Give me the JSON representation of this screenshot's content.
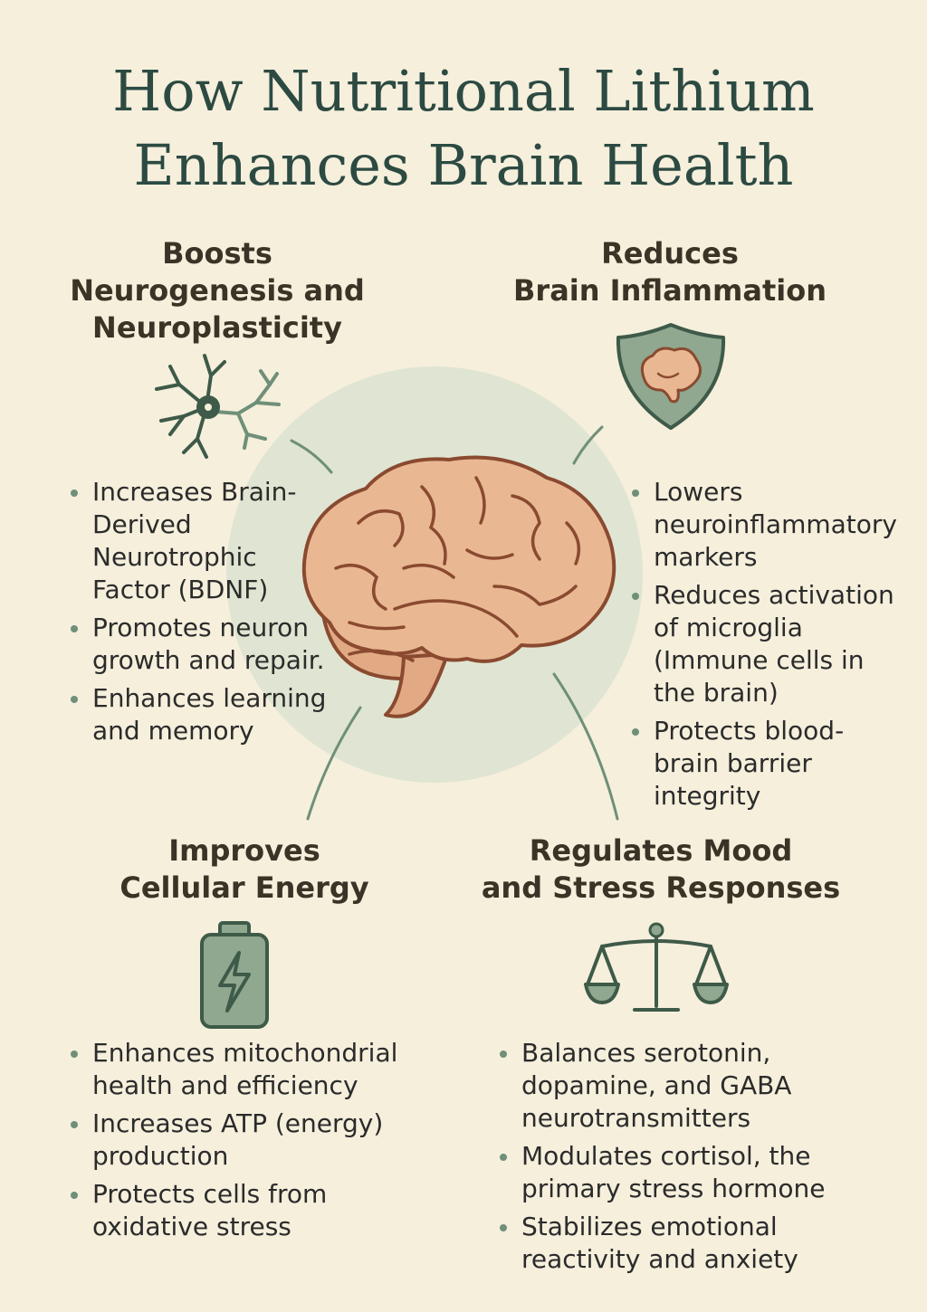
{
  "title": {
    "line1": "How Nutritional Lithium",
    "line2": "Enhances Brain Health"
  },
  "colors": {
    "background": "#f5efdc",
    "title": "#2c4a42",
    "accent_green": "#6f8f78",
    "dark_green": "#3e5a48",
    "brain_fill": "#e9b893",
    "brain_stroke": "#8a4a30"
  },
  "sections": {
    "neurogenesis": {
      "heading_lines": [
        "Boosts",
        "Neurogenesis and",
        "Neuroplasticity"
      ],
      "icon": "neuron-icon",
      "bullets": [
        "Increases Brain-Derived Neurotrophic Factor (BDNF)",
        "Promotes neuron growth and repair.",
        "Enhances learning and memory"
      ]
    },
    "inflammation": {
      "heading_lines": [
        "Reduces",
        "Brain Inflammation"
      ],
      "icon": "shield-brain-icon",
      "bullets": [
        "Lowers neuroinflammatory markers",
        "Reduces activation of microglia (Immune cells in the brain)",
        "Protects blood-brain barrier integrity"
      ]
    },
    "energy": {
      "heading_lines": [
        "Improves",
        "Cellular Energy"
      ],
      "icon": "battery-icon",
      "bullets": [
        "Enhances mitochondrial health and efficiency",
        "Increases ATP (energy) production",
        "Protects cells from oxidative stress"
      ]
    },
    "mood": {
      "heading_lines": [
        "Regulates Mood",
        "and Stress Responses"
      ],
      "icon": "balance-scale-icon",
      "bullets": [
        "Balances serotonin, dopamine, and GABA neurotransmitters",
        "Modulates cortisol, the primary stress hormone",
        "Stabilizes emotional reactivity and anxiety"
      ]
    }
  },
  "center_icon": "brain-icon"
}
